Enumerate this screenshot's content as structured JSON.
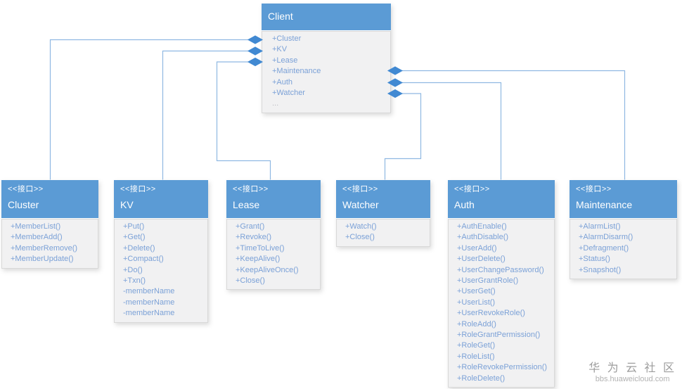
{
  "diagram": {
    "stereotype_label": "<<接口>>",
    "client": {
      "title": "Client",
      "members": [
        "+Cluster",
        "+KV",
        "+Lease",
        "+Maintenance",
        "+Auth",
        "+Watcher"
      ],
      "more_label": "..."
    },
    "interfaces": [
      {
        "id": "cluster",
        "title": "Cluster",
        "members": [
          "+MemberList()",
          "+MemberAdd()",
          "+MemberRemove()",
          "+MemberUpdate()"
        ]
      },
      {
        "id": "kv",
        "title": "KV",
        "members": [
          "+Put()",
          "+Get()",
          "+Delete()",
          "+Compact()",
          "+Do()",
          "+Txn()",
          "-memberName",
          "-memberName",
          "-memberName"
        ]
      },
      {
        "id": "lease",
        "title": "Lease",
        "members": [
          "+Grant()",
          "+Revoke()",
          "+TimeToLive()",
          "+KeepAlive()",
          "+KeepAliveOnce()",
          "+Close()"
        ]
      },
      {
        "id": "watcher",
        "title": "Watcher",
        "members": [
          "+Watch()",
          "+Close()"
        ]
      },
      {
        "id": "auth",
        "title": "Auth",
        "members": [
          "+AuthEnable()",
          "+AuthDisable()",
          "+UserAdd()",
          "+UserDelete()",
          "+UserChangePassword()",
          "+UserGrantRole()",
          "+UserGet()",
          "+UserList()",
          "+UserRevokeRole()",
          "+RoleAdd()",
          "+RoleGrantPermission()",
          "+RoleGet()",
          "+RoleList()",
          "+RoleRevokePermission()",
          "+RoleDelete()"
        ]
      },
      {
        "id": "maintenance",
        "title": "Maintenance",
        "members": [
          "+AlarmList()",
          "+AlarmDisarm()",
          "+Defragment()",
          "+Status()",
          "+Snapshot()"
        ]
      }
    ],
    "relations": [
      {
        "from": "Client",
        "to": "Cluster",
        "type": "composition"
      },
      {
        "from": "Client",
        "to": "KV",
        "type": "composition"
      },
      {
        "from": "Client",
        "to": "Lease",
        "type": "composition"
      },
      {
        "from": "Client",
        "to": "Watcher",
        "type": "composition"
      },
      {
        "from": "Client",
        "to": "Auth",
        "type": "composition"
      },
      {
        "from": "Client",
        "to": "Maintenance",
        "type": "composition"
      }
    ],
    "colors": {
      "header_fill": "#5b9bd5",
      "body_fill": "#f1f1f2",
      "body_border": "#d8d8d8",
      "member_text": "#7ba1d7",
      "connector_line": "#8fb8e2",
      "diamond_fill": "#4189d2"
    }
  },
  "watermark": {
    "title": "华 为 云 社 区",
    "subtitle": "bbs.huaweicloud.com"
  }
}
